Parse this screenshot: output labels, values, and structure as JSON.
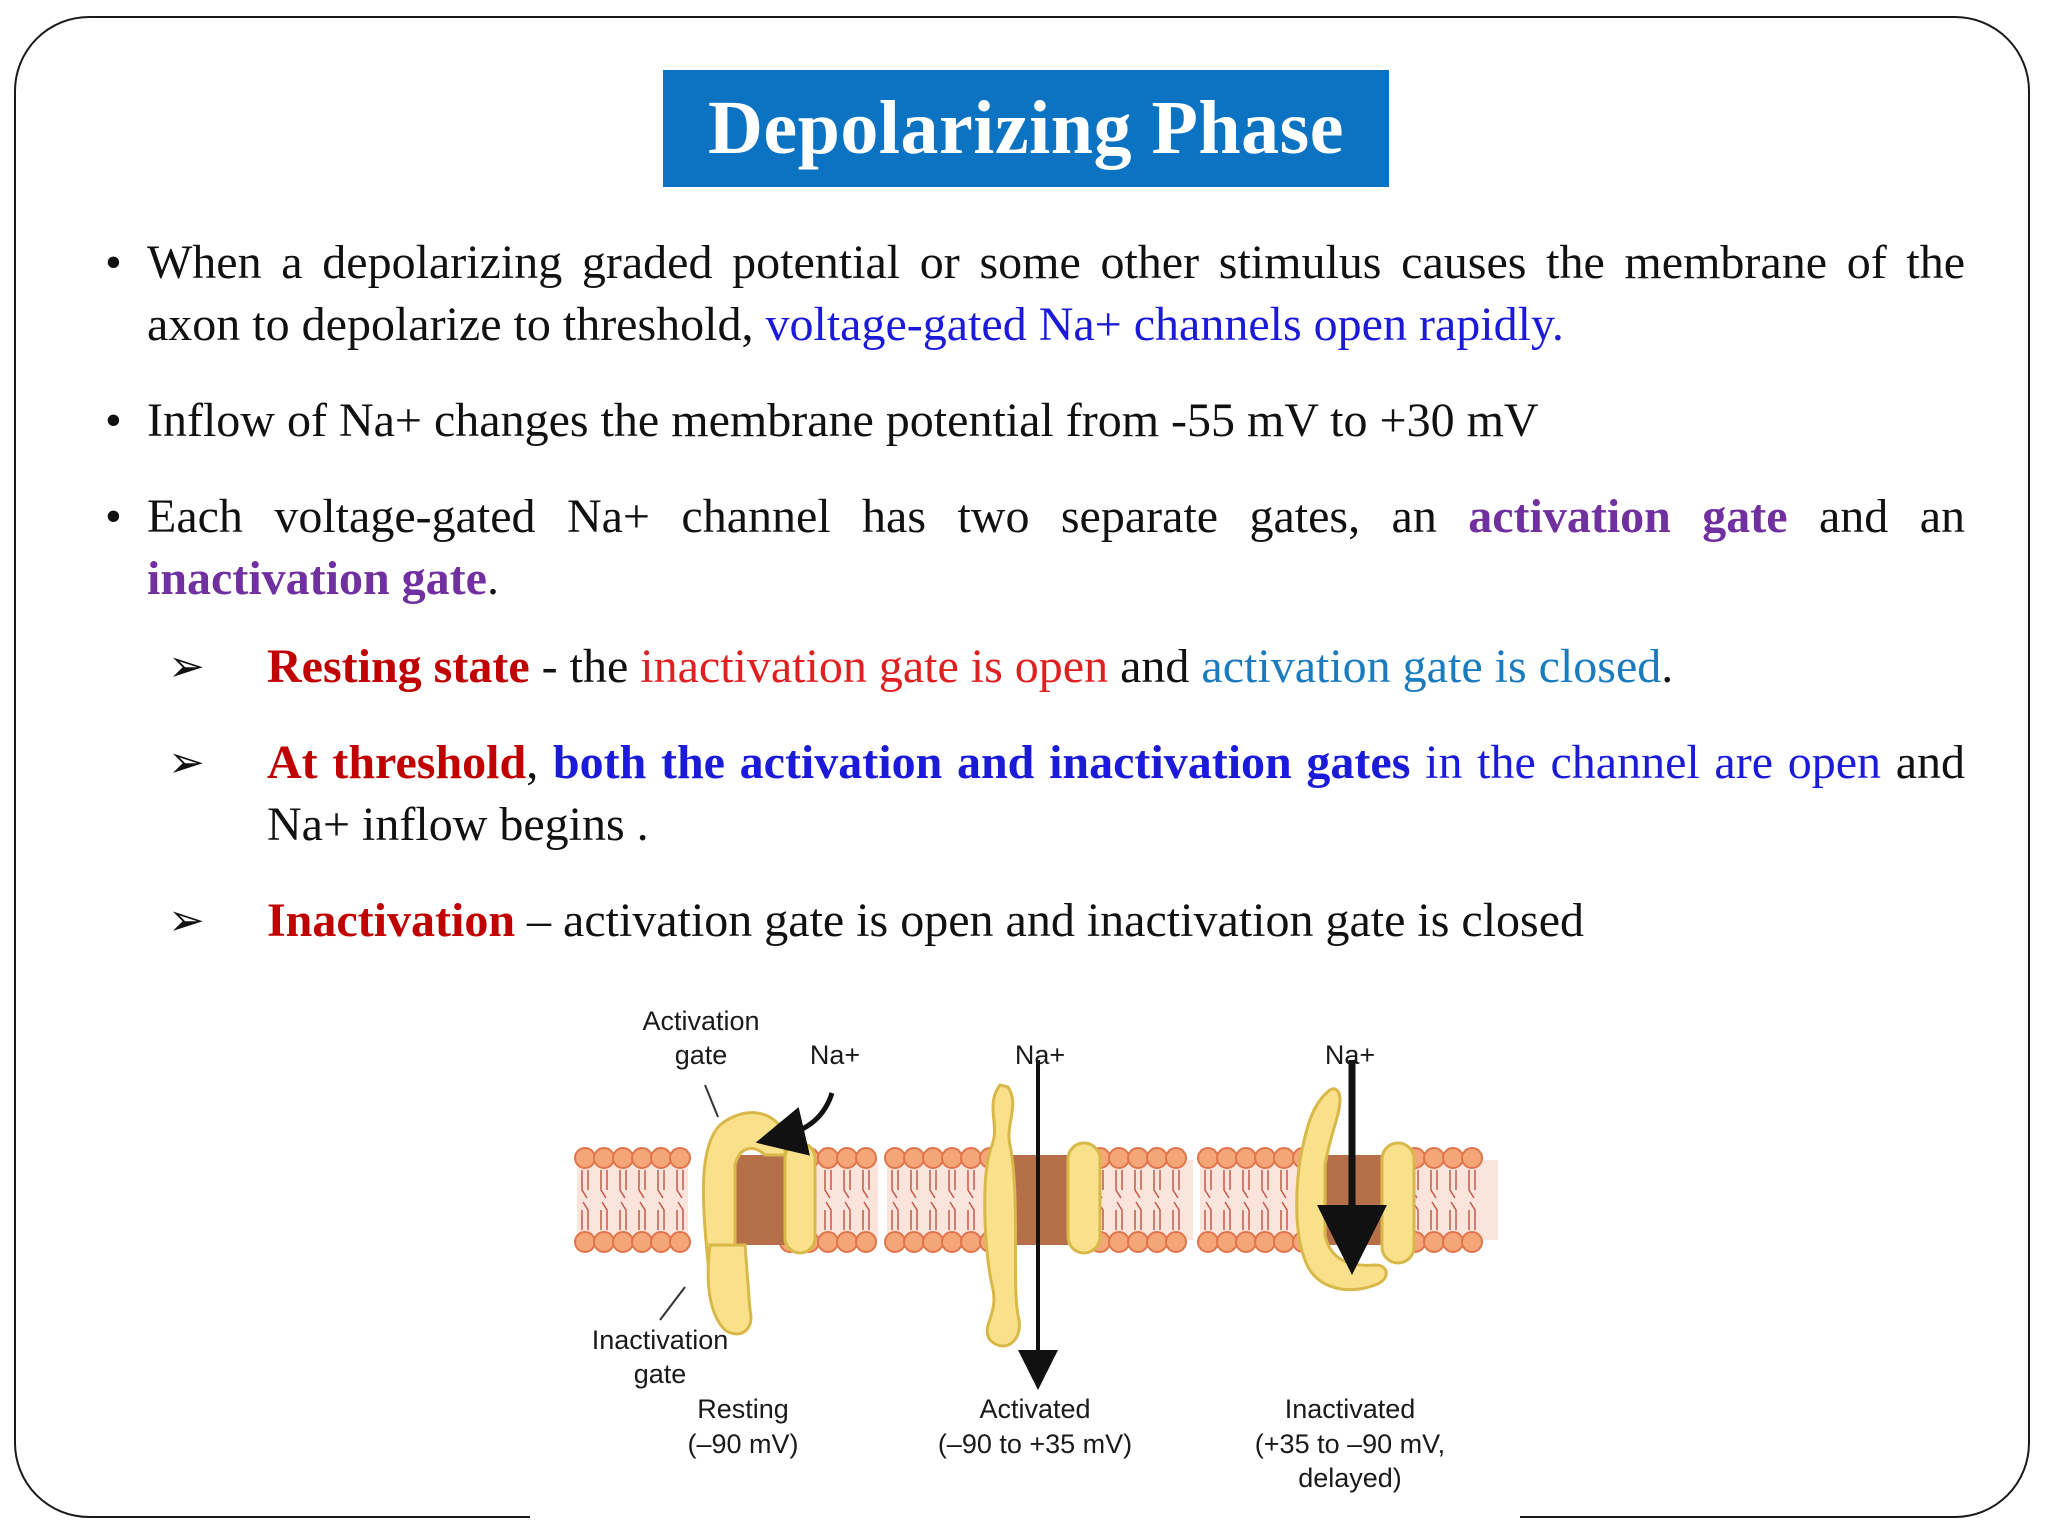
{
  "slide": {
    "title": "Depolarizing Phase",
    "bullets": [
      {
        "text": "When a depolarizing graded potential or some other stimulus causes the membrane of the axon to depolarize to threshold, ",
        "highlight": "voltage-gated Na+ channels open rapidly."
      },
      {
        "text": "Inflow of Na+ changes the membrane potential from -55 mV to +30 mV"
      },
      {
        "text_a": "Each voltage-gated Na+ channel has two separate gates, an ",
        "term1": "activation gate",
        "text_b": " and an ",
        "term2": "inactivation gate",
        "text_c": "."
      }
    ],
    "subpoints": [
      {
        "arrow": "➢",
        "term": "Resting state",
        "t1": " - the ",
        "red": "inactivation gate is open",
        "t2": " and ",
        "teal": "activation gate is closed",
        "t3": "."
      },
      {
        "arrow": "➢",
        "term": "At threshold",
        "t1": ", ",
        "bold_blue": "both the activation and inactivation gates",
        "blue": " in the channel are open",
        "t2": " and Na+ inflow begins ."
      },
      {
        "arrow": "➢",
        "term": "Inactivation",
        "t1": " – activation gate is open and inactivation gate is closed"
      }
    ]
  },
  "diagram": {
    "labels": {
      "activation_gate_1": "Activation",
      "activation_gate_2": "gate",
      "inactivation_gate_1": "Inactivation",
      "inactivation_gate_2": "gate",
      "na1": "Na+",
      "na2": "Na+",
      "na3": "Na+"
    },
    "states": [
      {
        "name": "Resting",
        "range": "(–90 mV)"
      },
      {
        "name": "Activated",
        "range": "(–90 to +35 mV)"
      },
      {
        "name": "Inactivated",
        "range": "(+35 to –90 mV,",
        "extra": "delayed)"
      }
    ],
    "colors": {
      "lipid": "#f4a678",
      "lipid_edge": "#e0744a",
      "channel": "#b5704a",
      "gate": "#f9e08a",
      "gate_edge": "#d9b84a"
    }
  }
}
